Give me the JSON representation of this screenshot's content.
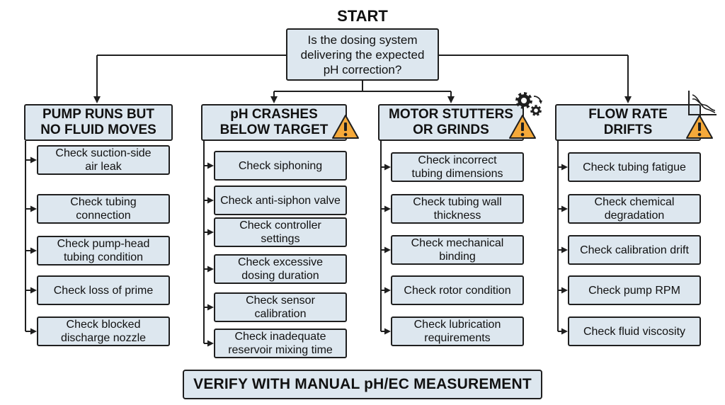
{
  "start": {
    "label": "START"
  },
  "question": {
    "line1": "Is the dosing system",
    "line2": "delivering the expected",
    "line3": "pH correction?"
  },
  "columns": [
    {
      "title": [
        "PUMP RUNS BUT",
        "NO FLUID MOVES"
      ],
      "warning": false,
      "items": [
        [
          "Check suction-side",
          "air leak"
        ],
        [
          "Check tubing",
          "connection"
        ],
        [
          "Check pump-head",
          "tubing condition"
        ],
        [
          "Check loss of prime"
        ],
        [
          "Check blocked",
          "discharge nozzle"
        ]
      ]
    },
    {
      "title": [
        "pH CRASHES",
        "BELOW TARGET"
      ],
      "warning": true,
      "items": [
        [
          "Check siphoning"
        ],
        [
          "Check anti-siphon valve"
        ],
        [
          "Check controller settings"
        ],
        [
          "Check excessive",
          "dosing duration"
        ],
        [
          "Check sensor calibration"
        ],
        [
          "Check inadequate",
          "reservoir mixing time"
        ]
      ]
    },
    {
      "title": [
        "MOTOR STUTTERS",
        "OR GRINDS"
      ],
      "warning": true,
      "icon": "gears-icon",
      "items": [
        [
          "Check incorrect",
          "tubing dimensions"
        ],
        [
          "Check tubing wall",
          "thickness"
        ],
        [
          "Check mechanical",
          "binding"
        ],
        [
          "Check rotor condition"
        ],
        [
          "Check lubrication",
          "requirements"
        ]
      ]
    },
    {
      "title": [
        "FLOW RATE",
        "DRIFTS"
      ],
      "warning": true,
      "icon": "declining-chart-icon",
      "items": [
        [
          "Check tubing fatigue"
        ],
        [
          "Check chemical",
          "degradation"
        ],
        [
          "Check calibration drift"
        ],
        [
          "Check pump RPM"
        ],
        [
          "Check fluid viscosity"
        ]
      ]
    }
  ],
  "verify": {
    "label": "VERIFY WITH MANUAL pH/EC MEASUREMENT"
  },
  "colors": {
    "box_fill": "#dde7ef",
    "border": "#1f1f1f",
    "warning_fill": "#f5a93a"
  }
}
